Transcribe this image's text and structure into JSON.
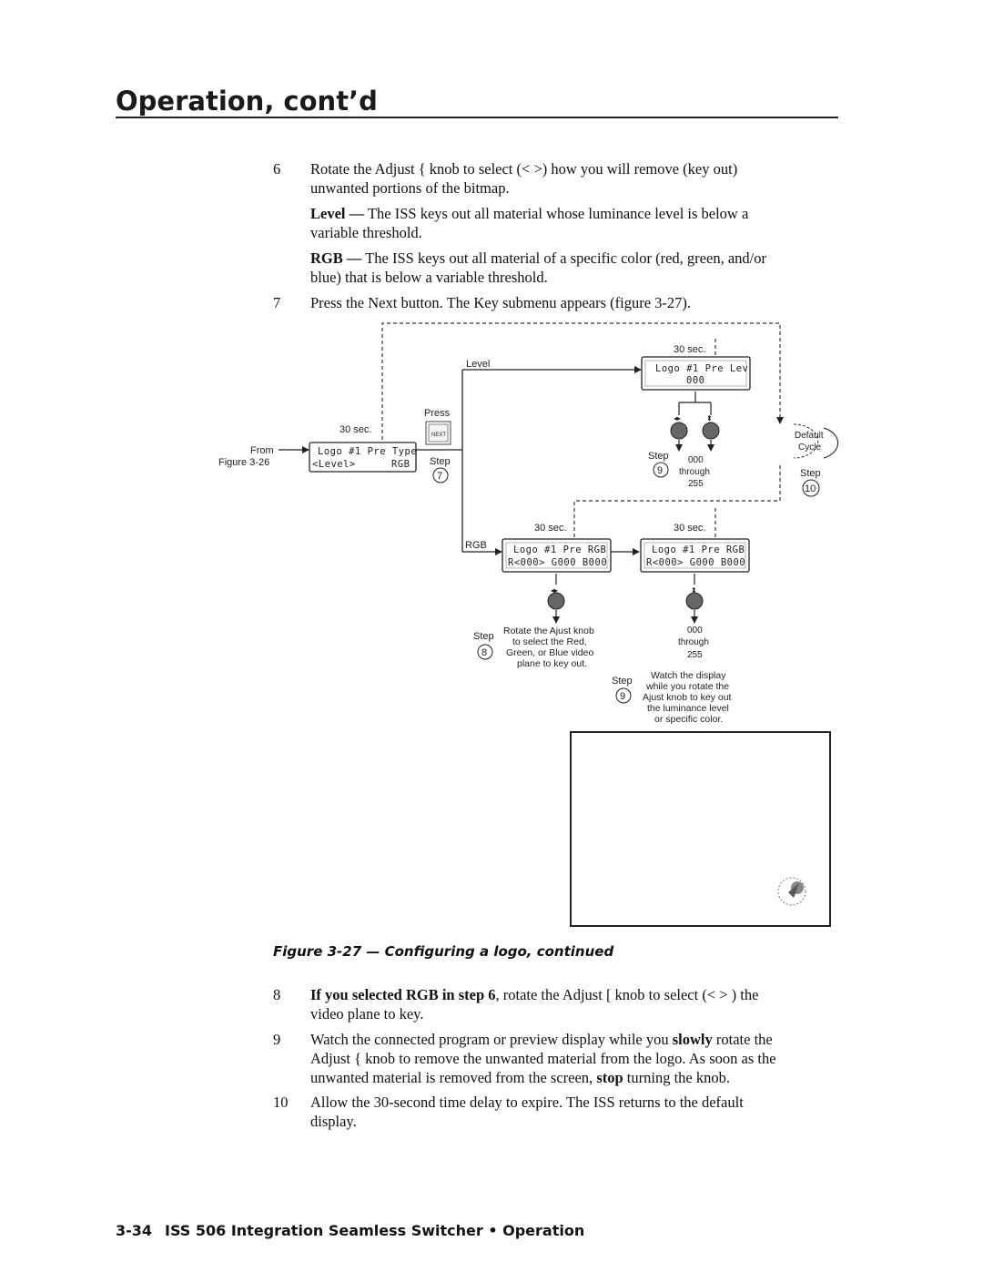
{
  "header": {
    "title": "Operation, cont’d"
  },
  "steps": {
    "s6": {
      "num": "6",
      "line1": "Rotate the Adjust { knob to select (< >) how you will remove (key out)",
      "line2": "unwanted portions of the bitmap.",
      "level_term": "Level —",
      "level_line1": " The ISS keys out all material whose luminance level is below a",
      "level_line2": "variable threshold.",
      "rgb_term": "RGB —",
      "rgb_line1": " The ISS keys out all material of a specific color (red, green, and/or",
      "rgb_line2": "blue) that is below a variable threshold."
    },
    "s7": {
      "num": "7",
      "text": "Press the Next button.  The Key submenu appears (figure 3-27)."
    },
    "s8": {
      "num": "8",
      "bold": "If you selected RGB in step 6",
      "line1": ", rotate the Adjust [    knob to select (< > ) the",
      "line2": "video plane to key."
    },
    "s9": {
      "num": "9",
      "line1a": "Watch the connected program or preview display while you ",
      "bold1": "slowly",
      "line1b": " rotate the",
      "line2": "Adjust { knob to remove the unwanted material from the logo.  As soon as the",
      "line3a": "unwanted material is removed from the screen, ",
      "bold2": "stop",
      "line3b": " turning the knob."
    },
    "s10": {
      "num": "10",
      "line1": "Allow the 30-second time delay to expire.  The ISS returns to the default",
      "line2": "display."
    }
  },
  "figure": {
    "caption": "Figure 3-27 — Configuring a logo, continued",
    "from_label": "From",
    "from_ref": "Figure 3-26",
    "timeout_30": "30 sec.",
    "lcd_start_1": "Logo #1 Pre Type",
    "lcd_start_2a": "<Level>",
    "lcd_start_2b": "RGB",
    "press_label": "Press",
    "next_button": "NEXT",
    "step_label": "Step",
    "step7": "7",
    "step8": "8",
    "step9": "9",
    "step10": "10",
    "branch_level": "Level",
    "branch_rgb": "RGB",
    "lcd_level_1": "Logo #1 Pre Lev",
    "lcd_level_2": "000",
    "lcd_rgb_1": "Logo #1 Pre RGB",
    "lcd_rgb_2": "R<000> G000 B000",
    "range_from": "000",
    "range_through": "through",
    "range_to": "255",
    "default_cycle_1": "Default",
    "default_cycle_2": "Cycle",
    "note_step8_1": "Rotate the Ajust knob",
    "note_step8_2": "to select the Red,",
    "note_step8_3": "Green, or Blue video",
    "note_step8_4": "plane to key out.",
    "note_step9_1": "Watch the display",
    "note_step9_2": "while you rotate the",
    "note_step9_3": "Ajust knob to key out",
    "note_step9_4": "the luminance level",
    "note_step9_5": "or specific color."
  },
  "footer": {
    "page": "3-34",
    "title": "ISS 506 Integration Seamless Switcher • Operation"
  }
}
